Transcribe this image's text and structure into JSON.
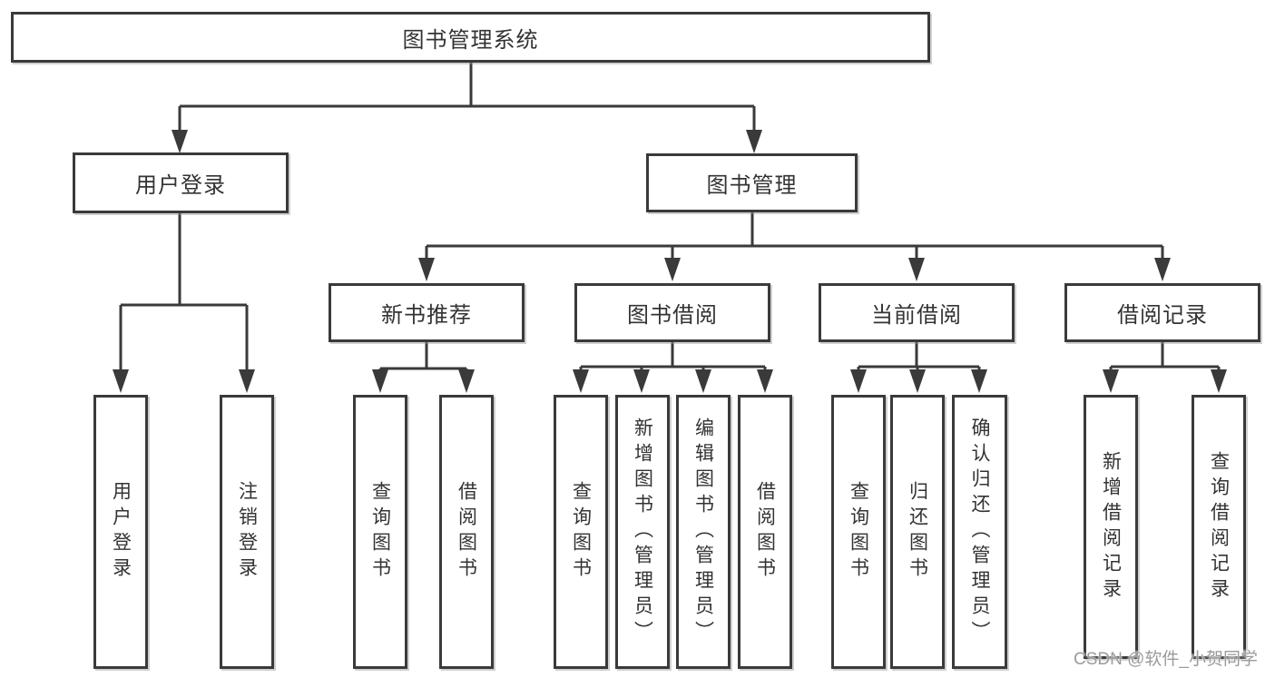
{
  "colors": {
    "line": "#3a3a3a",
    "box_border": "#3a3a3a",
    "text": "#333333",
    "watermark": "#9b9b9b",
    "background": "#ffffff"
  },
  "tree": {
    "root": "图书管理系统",
    "children": [
      {
        "label": "用户登录",
        "children": [
          "用户登录",
          "注销登录"
        ]
      },
      {
        "label": "图书管理",
        "children": [
          {
            "label": "新书推荐",
            "children": [
              "查询图书",
              "借阅图书"
            ]
          },
          {
            "label": "图书借阅",
            "children": [
              "查询图书",
              "新增图书（管理员）",
              "编辑图书（管理员）",
              "借阅图书"
            ]
          },
          {
            "label": "当前借阅",
            "children": [
              "查询图书",
              "归还图书",
              "确认归还（管理员）"
            ]
          },
          {
            "label": "借阅记录",
            "children": [
              "新增借阅记录",
              "查询借阅记录"
            ]
          }
        ]
      }
    ]
  },
  "watermark": {
    "text": "CSDN @软件_小贺同学"
  }
}
